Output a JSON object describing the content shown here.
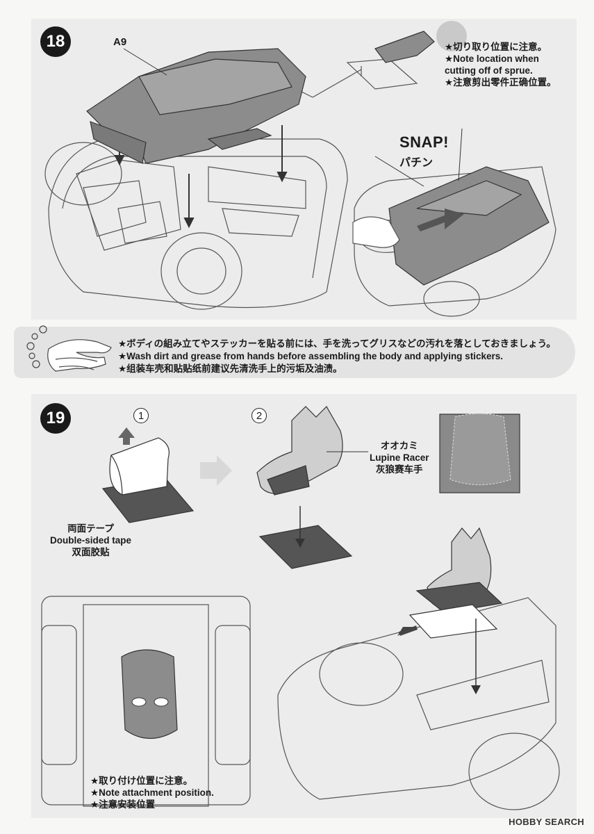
{
  "step18": {
    "number": "18",
    "part_label": "A9",
    "note": [
      "★切り取り位置に注意。",
      "★Note location when",
      "cutting off of sprue.",
      "★注意剪出零件正确位置。"
    ],
    "snap_en": "SNAP!",
    "snap_jp": "パチン"
  },
  "wash_notice": {
    "lines": [
      "★ボディの組み立てやステッカーを貼る前には、手を洗ってグリスなどの汚れを落としておきましょう。",
      "★Wash dirt and grease from hands before assembling the body and applying stickers.",
      "★组装车壳和贴贴纸前建议先清洗手上的污垢及油渍。"
    ]
  },
  "step19": {
    "number": "19",
    "sub1": "1",
    "sub2": "2",
    "tape_label": [
      "両面テープ",
      "Double-sided tape",
      "双面胶贴"
    ],
    "figure_label": [
      "オオカミ",
      "Lupine Racer",
      "灰狼赛车手"
    ],
    "attach_note": [
      "★取り付け位置に注意。",
      "★Note attachment position.",
      "★注意安装位置"
    ]
  },
  "footer": {
    "watermark": "HOBBY SEARCH"
  },
  "colors": {
    "panel": "#ececec",
    "badge": "#1a1a1a",
    "part_fill": "#8c8c8c",
    "line": "#444444"
  }
}
